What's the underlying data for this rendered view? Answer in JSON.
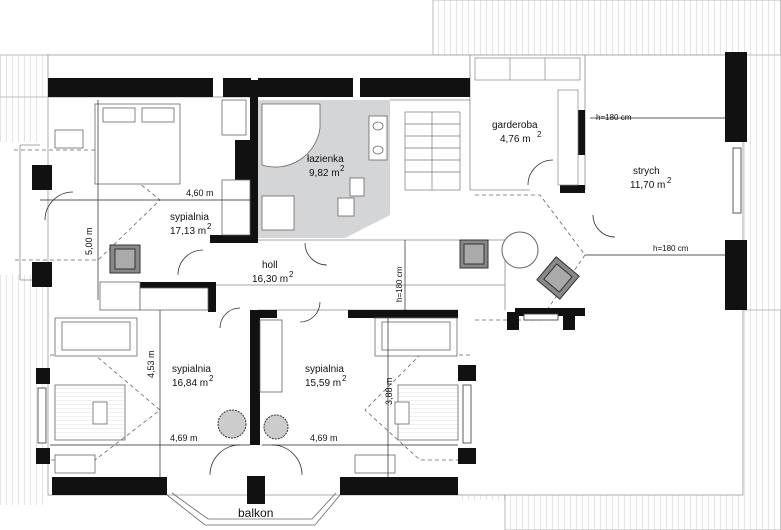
{
  "rooms": {
    "bedroom1": {
      "name": "sypialnia",
      "area": "17,13 m",
      "dim_w": "4,60 m",
      "dim_h": "5,00 m"
    },
    "bathroom": {
      "name": "łazienka",
      "area": "9,82 m"
    },
    "wardrobe": {
      "name": "garderoba",
      "area": "4,76 m"
    },
    "attic": {
      "name": "strych",
      "area": "11,70 m",
      "h1": "h=180 cm",
      "h2": "h=180 cm"
    },
    "hall": {
      "name": "holl",
      "area": "16,30 m",
      "h": "h=180 cm"
    },
    "bedroom2": {
      "name": "sypialnia",
      "area": "16,84 m",
      "dim_w": "4,69 m",
      "dim_h": "4,53 m"
    },
    "bedroom3": {
      "name": "sypialnia",
      "area": "15,59 m",
      "dim_w": "4,69 m",
      "dim_h": "3,88 m"
    },
    "balcony": {
      "name": "balkon"
    }
  },
  "units": {
    "sq": "2"
  }
}
